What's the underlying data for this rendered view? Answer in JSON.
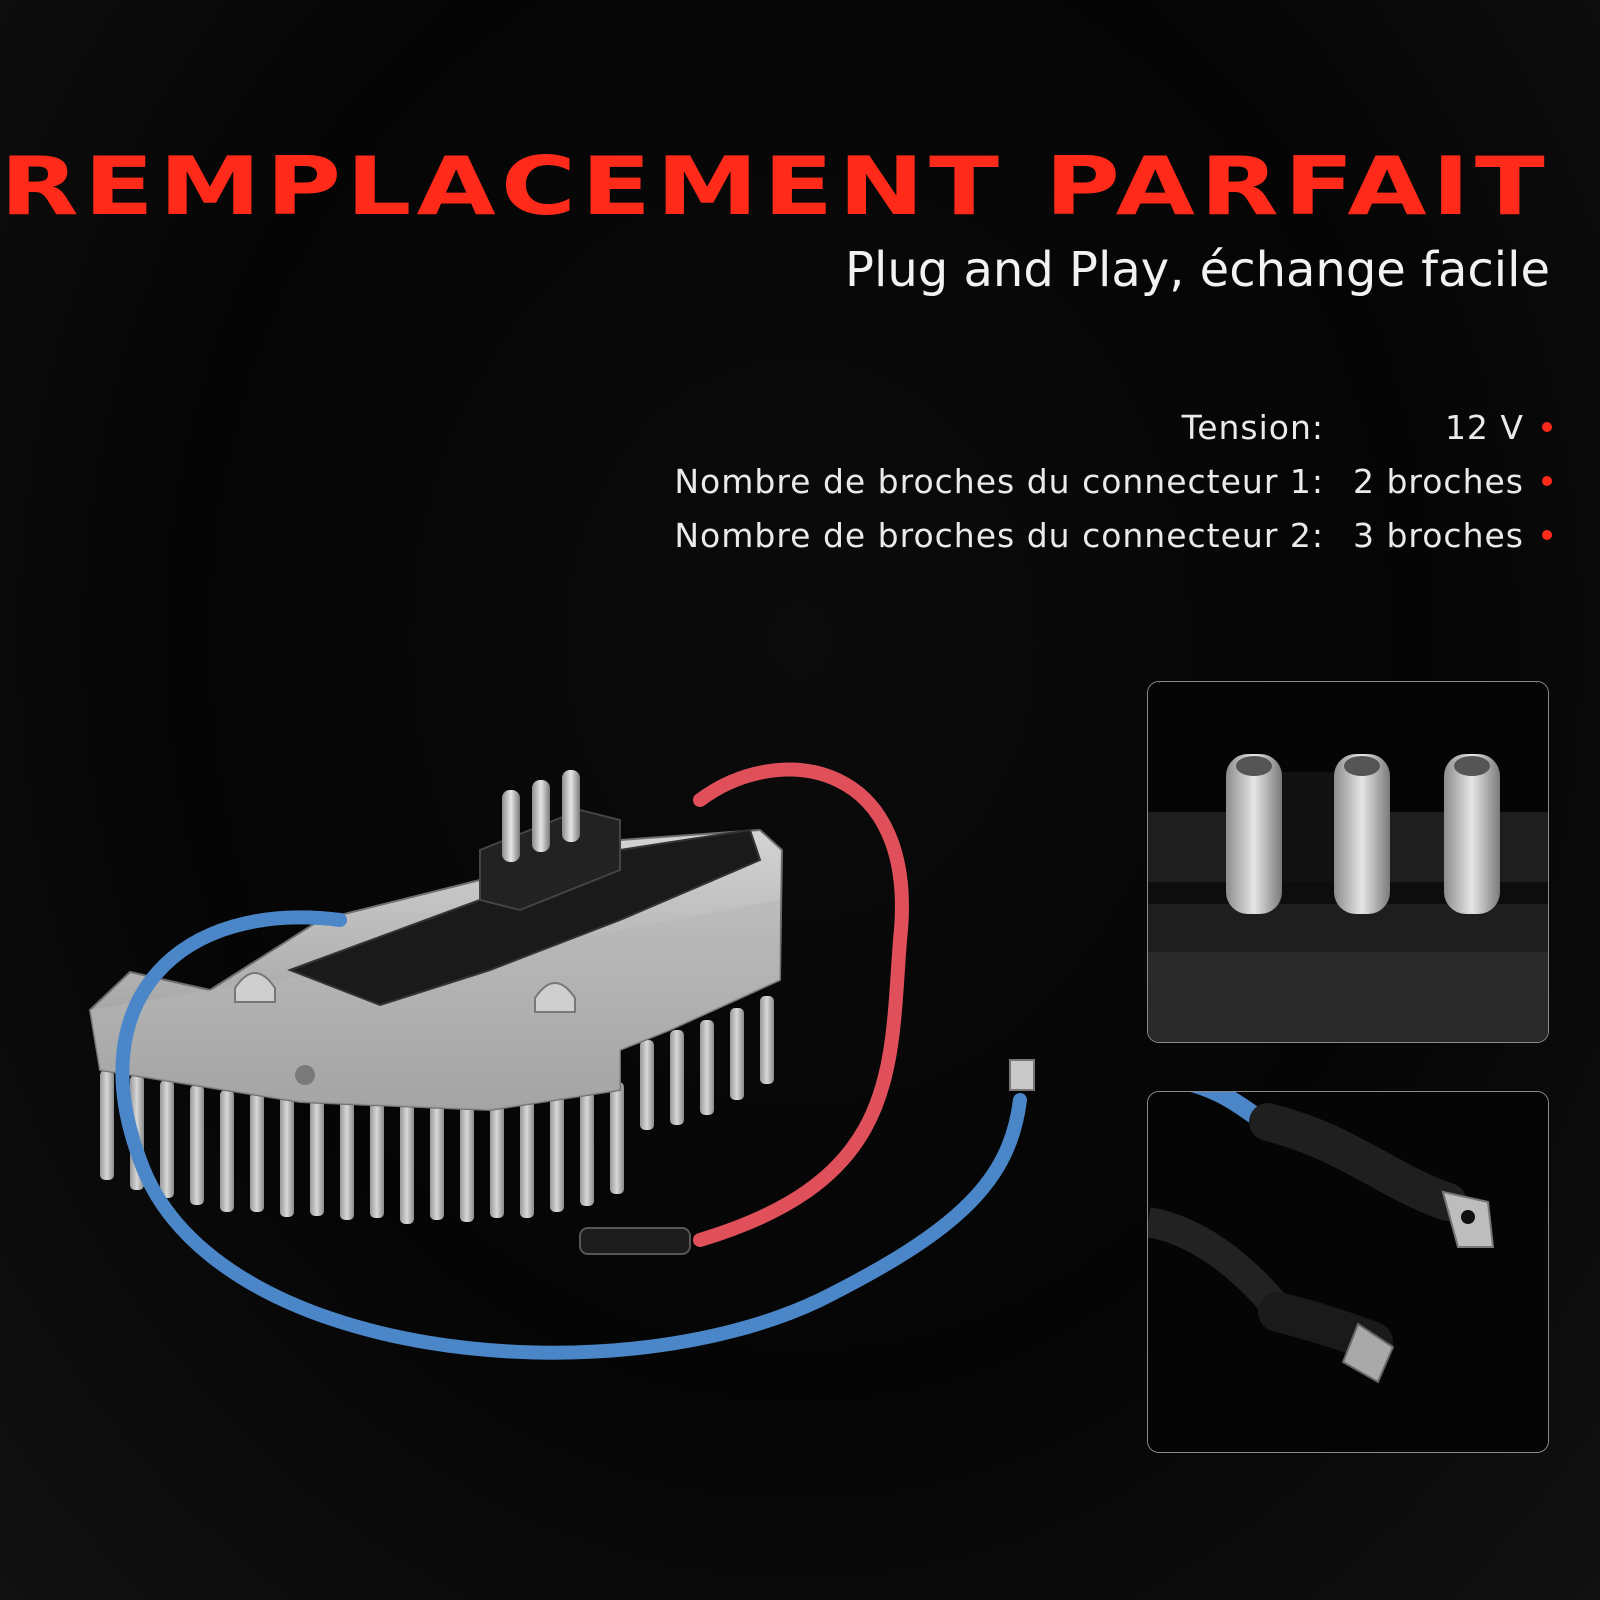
{
  "headline": "REMPLACEMENT PARFAIT",
  "subheadline": "Plug and Play, échange facile",
  "specs": [
    {
      "label": "Tension:",
      "value": "12 V"
    },
    {
      "label": "Nombre de broches du connecteur 1:",
      "value": "2 broches"
    },
    {
      "label": "Nombre de broches du connecteur 2:",
      "value": "3 broches"
    }
  ],
  "colors": {
    "accent": "#ff2a1a",
    "background": "#060606",
    "wire_red": "#e0505a",
    "wire_blue": "#4a86c8"
  }
}
